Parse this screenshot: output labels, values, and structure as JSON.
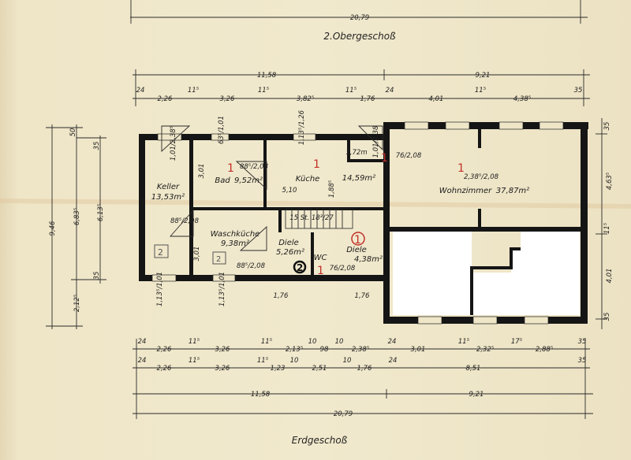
{
  "titles": {
    "upper": "2.Obergeschoß",
    "lower": "Erdgeschoß"
  },
  "top_dims": {
    "overall": "20,79",
    "split": [
      "11,58",
      "9,21"
    ],
    "detail": [
      "24",
      "2,26",
      "11⁵",
      "3,26",
      "11⁵",
      "3,82⁵",
      "11⁵",
      "1,76",
      "24",
      "4,01",
      "11⁵",
      "4,38⁵",
      "35"
    ]
  },
  "bottom_dims": {
    "row1": [
      "24",
      "2,26",
      "11⁵",
      "3,26",
      "11⁵",
      "2,13⁵",
      "10",
      "98",
      "10",
      "2,38⁵",
      "24",
      "3,01",
      "11⁵",
      "2,32⁵",
      "17⁵",
      "2,88⁵",
      "35"
    ],
    "row2": [
      "24",
      "2,26",
      "11⁵",
      "3,26",
      "11⁵",
      "1,23",
      "10",
      "2,51",
      "10",
      "1,76",
      "24",
      "8,51",
      "35"
    ],
    "split": [
      "11,58",
      "9,21"
    ],
    "overall": "20,79"
  },
  "left_dims": [
    "9,46",
    "50",
    "6,83⁵",
    "2,12⁵",
    "35",
    "6,13⁵",
    "35"
  ],
  "right_dims": [
    "35",
    "4,63⁵",
    "11⁵",
    "4,01",
    "35"
  ],
  "rooms": [
    {
      "name": "Keller",
      "area": "13,53m²"
    },
    {
      "name": "Bad",
      "area": "9,52m²"
    },
    {
      "name": "Küche",
      "area": "14,59m²"
    },
    {
      "name": "Wohnzimmer",
      "area": "37,87m²"
    },
    {
      "name": "Waschküche",
      "area": "9,38m²"
    },
    {
      "name": "Diele",
      "area": "5,26m²"
    },
    {
      "name": "Diele",
      "area": "4,38m²"
    },
    {
      "name": "WC",
      "area": ""
    }
  ],
  "openings": [
    "1,01/2,38⁵",
    "63⁵/1,01",
    "1,13⁵/1,26",
    "88⁵/2,08",
    "88⁵/2,08",
    "88⁵/2,08",
    "1,01/2,38",
    "76/2,08",
    "2,38⁵/2,08",
    "76/2,08",
    "1,13⁵/1,01",
    "1,13⁵/1,01",
    "1,72m",
    "5,10",
    "1,88⁵",
    "3,01",
    "3,01",
    "15 St. 18³/27",
    "1,76",
    "1,76"
  ],
  "annotations": {
    "red_one": "1",
    "circled_two": "2",
    "boxed_two": "2"
  },
  "colors": {
    "paper": "#efe6c8",
    "ink": "#1a1a1a",
    "red_pencil": "#c0302a"
  }
}
